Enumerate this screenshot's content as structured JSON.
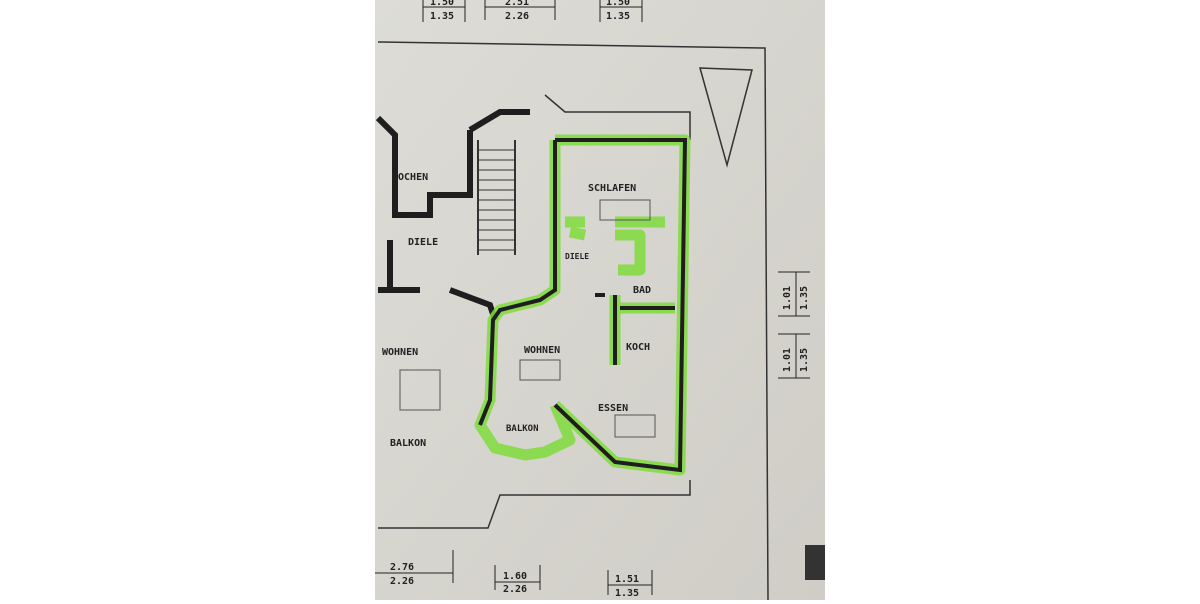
{
  "plan": {
    "highlight_color": "#7fdc3c",
    "paper_color": "#d8d7d1",
    "rooms_left_unit": [
      {
        "label": "KOCHEN"
      },
      {
        "label": "DIELE"
      },
      {
        "label": "WOHNEN"
      },
      {
        "label": "BALKON"
      }
    ],
    "rooms_highlighted_unit": [
      {
        "label": "SCHLAFEN"
      },
      {
        "label": "DIELE"
      },
      {
        "label": "BAD"
      },
      {
        "label": "KOCH"
      },
      {
        "label": "WOHNEN"
      },
      {
        "label": "ESSEN"
      },
      {
        "label": "BALKON"
      }
    ],
    "dimensions_top": [
      {
        "upper": "1.50",
        "lower": "1.35"
      },
      {
        "upper": "2.51",
        "lower": "2.26"
      },
      {
        "upper": "1.50",
        "lower": "1.35"
      }
    ],
    "dimensions_bottom": [
      {
        "upper": "2.76",
        "lower": "2.26"
      },
      {
        "upper": "1.60",
        "lower": "2.26"
      },
      {
        "upper": "1.51",
        "lower": "1.35"
      }
    ],
    "dimensions_right": [
      {
        "upper": "1.01",
        "lower": "1.35"
      },
      {
        "upper": "1.01",
        "lower": "1.35"
      }
    ]
  }
}
